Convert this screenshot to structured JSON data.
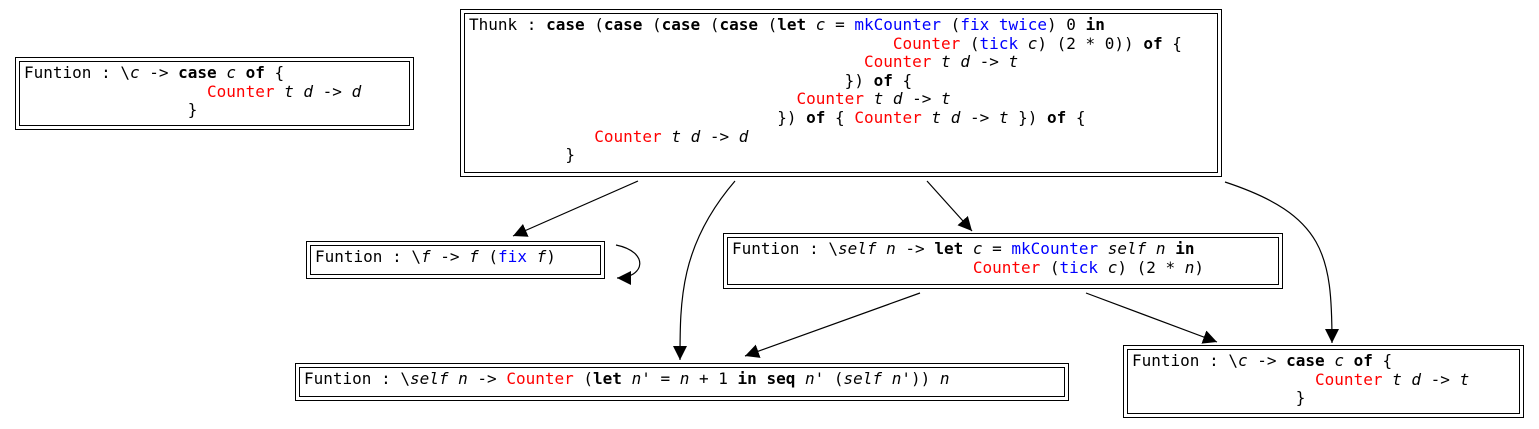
{
  "colors": {
    "constructor": "#ff0000",
    "function": "#0000ff",
    "text": "#000000",
    "edge": "#000000"
  },
  "nodes": [
    {
      "id": "thunk",
      "lines": [
        [
          [
            "t",
            "Thunk : "
          ],
          [
            "k",
            "case"
          ],
          [
            "t",
            " ("
          ],
          [
            "k",
            "case"
          ],
          [
            "t",
            " ("
          ],
          [
            "k",
            "case"
          ],
          [
            "t",
            " ("
          ],
          [
            "k",
            "case"
          ],
          [
            "t",
            " ("
          ],
          [
            "k",
            "let"
          ],
          [
            "t",
            " "
          ],
          [
            "v",
            "c"
          ],
          [
            "t",
            " = "
          ],
          [
            "f",
            "mkCounter"
          ],
          [
            "t",
            " ("
          ],
          [
            "f",
            "fix"
          ],
          [
            "t",
            " "
          ],
          [
            "f",
            "twice"
          ],
          [
            "t",
            ") 0 "
          ],
          [
            "k",
            "in"
          ]
        ],
        [
          [
            "t",
            "                                            "
          ],
          [
            "c",
            "Counter"
          ],
          [
            "t",
            " ("
          ],
          [
            "f",
            "tick"
          ],
          [
            "t",
            " "
          ],
          [
            "v",
            "c"
          ],
          [
            "t",
            ") (2 * 0)) "
          ],
          [
            "k",
            "of"
          ],
          [
            "t",
            " {"
          ]
        ],
        [
          [
            "t",
            "                                         "
          ],
          [
            "c",
            "Counter"
          ],
          [
            "t",
            " "
          ],
          [
            "v",
            "t"
          ],
          [
            "t",
            " "
          ],
          [
            "v",
            "d"
          ],
          [
            "t",
            " -> "
          ],
          [
            "v",
            "t"
          ]
        ],
        [
          [
            "t",
            "                                       }) "
          ],
          [
            "k",
            "of"
          ],
          [
            "t",
            " {"
          ]
        ],
        [
          [
            "t",
            "                                  "
          ],
          [
            "c",
            "Counter"
          ],
          [
            "t",
            " "
          ],
          [
            "v",
            "t"
          ],
          [
            "t",
            " "
          ],
          [
            "v",
            "d"
          ],
          [
            "t",
            " -> "
          ],
          [
            "v",
            "t"
          ]
        ],
        [
          [
            "t",
            "                                }) "
          ],
          [
            "k",
            "of"
          ],
          [
            "t",
            " { "
          ],
          [
            "c",
            "Counter"
          ],
          [
            "t",
            " "
          ],
          [
            "v",
            "t"
          ],
          [
            "t",
            " "
          ],
          [
            "v",
            "d"
          ],
          [
            "t",
            " -> "
          ],
          [
            "v",
            "t"
          ],
          [
            "t",
            " }) "
          ],
          [
            "k",
            "of"
          ],
          [
            "t",
            " {"
          ]
        ],
        [
          [
            "t",
            "             "
          ],
          [
            "c",
            "Counter"
          ],
          [
            "t",
            " "
          ],
          [
            "v",
            "t"
          ],
          [
            "t",
            " "
          ],
          [
            "v",
            "d"
          ],
          [
            "t",
            " -> "
          ],
          [
            "v",
            "d"
          ]
        ],
        [
          [
            "t",
            "          }"
          ]
        ]
      ]
    },
    {
      "id": "fun-case-d",
      "lines": [
        [
          [
            "t",
            "Funtion : \\"
          ],
          [
            "v",
            "c"
          ],
          [
            "t",
            " -> "
          ],
          [
            "k",
            "case"
          ],
          [
            "t",
            " "
          ],
          [
            "v",
            "c"
          ],
          [
            "t",
            " "
          ],
          [
            "k",
            "of"
          ],
          [
            "t",
            " {"
          ]
        ],
        [
          [
            "t",
            "                   "
          ],
          [
            "c",
            "Counter"
          ],
          [
            "t",
            " "
          ],
          [
            "v",
            "t"
          ],
          [
            "t",
            " "
          ],
          [
            "v",
            "d"
          ],
          [
            "t",
            " -> "
          ],
          [
            "v",
            "d"
          ]
        ],
        [
          [
            "t",
            "                 }"
          ]
        ]
      ]
    },
    {
      "id": "fun-fix",
      "lines": [
        [
          [
            "t",
            "Funtion : \\"
          ],
          [
            "v",
            "f"
          ],
          [
            "t",
            " -> "
          ],
          [
            "v",
            "f"
          ],
          [
            "t",
            " ("
          ],
          [
            "f",
            "fix"
          ],
          [
            "t",
            " "
          ],
          [
            "v",
            "f"
          ],
          [
            "t",
            ")"
          ]
        ]
      ]
    },
    {
      "id": "fun-self-let",
      "lines": [
        [
          [
            "t",
            "Funtion : \\"
          ],
          [
            "v",
            "self"
          ],
          [
            "t",
            " "
          ],
          [
            "v",
            "n"
          ],
          [
            "t",
            " -> "
          ],
          [
            "k",
            "let"
          ],
          [
            "t",
            " "
          ],
          [
            "v",
            "c"
          ],
          [
            "t",
            " = "
          ],
          [
            "f",
            "mkCounter"
          ],
          [
            "t",
            " "
          ],
          [
            "v",
            "self"
          ],
          [
            "t",
            " "
          ],
          [
            "v",
            "n"
          ],
          [
            "t",
            " "
          ],
          [
            "k",
            "in"
          ]
        ],
        [
          [
            "t",
            "                         "
          ],
          [
            "c",
            "Counter"
          ],
          [
            "t",
            " ("
          ],
          [
            "f",
            "tick"
          ],
          [
            "t",
            " "
          ],
          [
            "v",
            "c"
          ],
          [
            "t",
            ") (2 * "
          ],
          [
            "v",
            "n"
          ],
          [
            "t",
            ")"
          ]
        ]
      ]
    },
    {
      "id": "fun-self-counter",
      "lines": [
        [
          [
            "t",
            "Funtion : \\"
          ],
          [
            "v",
            "self"
          ],
          [
            "t",
            " "
          ],
          [
            "v",
            "n"
          ],
          [
            "t",
            " -> "
          ],
          [
            "c",
            "Counter"
          ],
          [
            "t",
            " ("
          ],
          [
            "k",
            "let"
          ],
          [
            "t",
            " "
          ],
          [
            "v",
            "n'"
          ],
          [
            "t",
            " = "
          ],
          [
            "v",
            "n"
          ],
          [
            "t",
            " + 1 "
          ],
          [
            "k",
            "in"
          ],
          [
            "t",
            " "
          ],
          [
            "k",
            "seq"
          ],
          [
            "t",
            " "
          ],
          [
            "v",
            "n'"
          ],
          [
            "t",
            " ("
          ],
          [
            "v",
            "self"
          ],
          [
            "t",
            " "
          ],
          [
            "v",
            "n'"
          ],
          [
            "t",
            ")) "
          ],
          [
            "v",
            "n"
          ]
        ]
      ]
    },
    {
      "id": "fun-case-t",
      "lines": [
        [
          [
            "t",
            "Funtion : \\"
          ],
          [
            "v",
            "c"
          ],
          [
            "t",
            " -> "
          ],
          [
            "k",
            "case"
          ],
          [
            "t",
            " "
          ],
          [
            "v",
            "c"
          ],
          [
            "t",
            " "
          ],
          [
            "k",
            "of"
          ],
          [
            "t",
            " {"
          ]
        ],
        [
          [
            "t",
            "                   "
          ],
          [
            "c",
            "Counter"
          ],
          [
            "t",
            " "
          ],
          [
            "v",
            "t"
          ],
          [
            "t",
            " "
          ],
          [
            "v",
            "d"
          ],
          [
            "t",
            " -> "
          ],
          [
            "v",
            "t"
          ]
        ],
        [
          [
            "t",
            "                 }"
          ]
        ]
      ]
    }
  ]
}
